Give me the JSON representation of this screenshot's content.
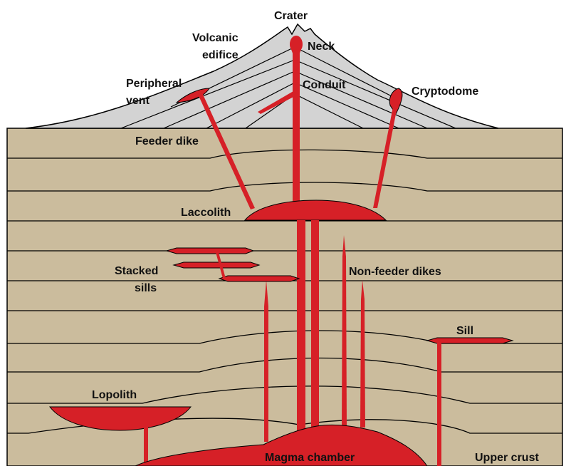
{
  "diagram": {
    "colors": {
      "crust": "#cbbc9d",
      "edifice": "#d3d3d3",
      "magma": "#d62027",
      "lines": "#000000",
      "text": "#111111"
    },
    "labels": {
      "crater": "Crater",
      "volcanic_edifice_line1": "Volcanic",
      "volcanic_edifice_line2": "edifice",
      "neck": "Neck",
      "peripheral_vent_line1": "Peripheral",
      "peripheral_vent_line2": "vent",
      "conduit": "Conduit",
      "cryptodome": "Cryptodome",
      "feeder_dike": "Feeder dike",
      "laccolith": "Laccolith",
      "stacked_sills_line1": "Stacked",
      "stacked_sills_line2": "sills",
      "non_feeder_dikes": "Non-feeder dikes",
      "sill": "Sill",
      "lopolith": "Lopolith",
      "magma_chamber": "Magma chamber",
      "upper_crust": "Upper crust"
    }
  }
}
